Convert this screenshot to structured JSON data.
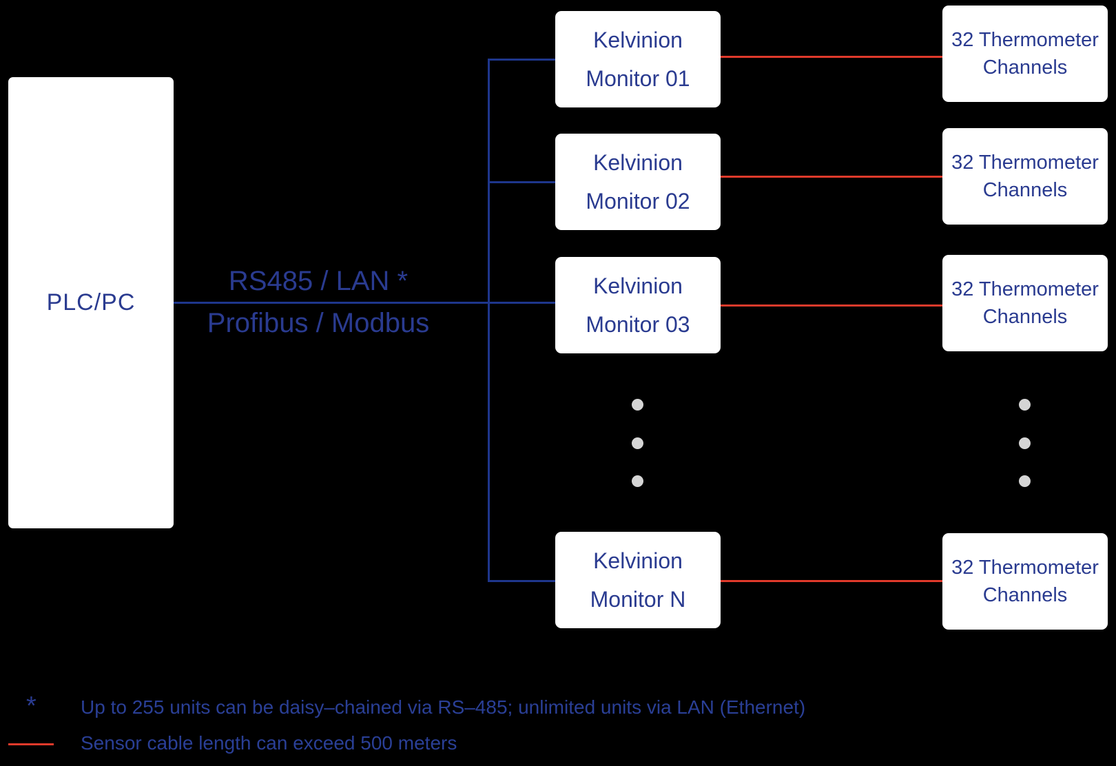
{
  "plc": {
    "label": "PLC/PC"
  },
  "bus": {
    "label_top": "RS485 / LAN *",
    "label_bottom": "Profibus / Modbus"
  },
  "monitors": [
    {
      "line1": "Kelvinion",
      "line2": "Monitor 01"
    },
    {
      "line1": "Kelvinion",
      "line2": "Monitor 02"
    },
    {
      "line1": "Kelvinion",
      "line2": "Monitor 03"
    },
    {
      "line1": "Kelvinion",
      "line2": "Monitor N"
    }
  ],
  "channels": [
    {
      "line1": "32 Thermometer",
      "line2": "Channels"
    },
    {
      "line1": "32 Thermometer",
      "line2": "Channels"
    },
    {
      "line1": "32 Thermometer",
      "line2": "Channels"
    },
    {
      "line1": "32 Thermometer",
      "line2": "Channels"
    }
  ],
  "footnotes": {
    "asterisk": "*",
    "note1": "Up to 255 units can be daisy–chained via RS–485; unlimited units via LAN (Ethernet)",
    "note2": "Sensor cable length can exceed 500 meters"
  },
  "colors": {
    "background": "#000000",
    "box_background": "#ffffff",
    "text_blue": "#2a3b90",
    "bus_line_blue": "#1e368c",
    "sensor_line_red": "#e03a2b",
    "dot_gray": "#d5d5d5"
  }
}
